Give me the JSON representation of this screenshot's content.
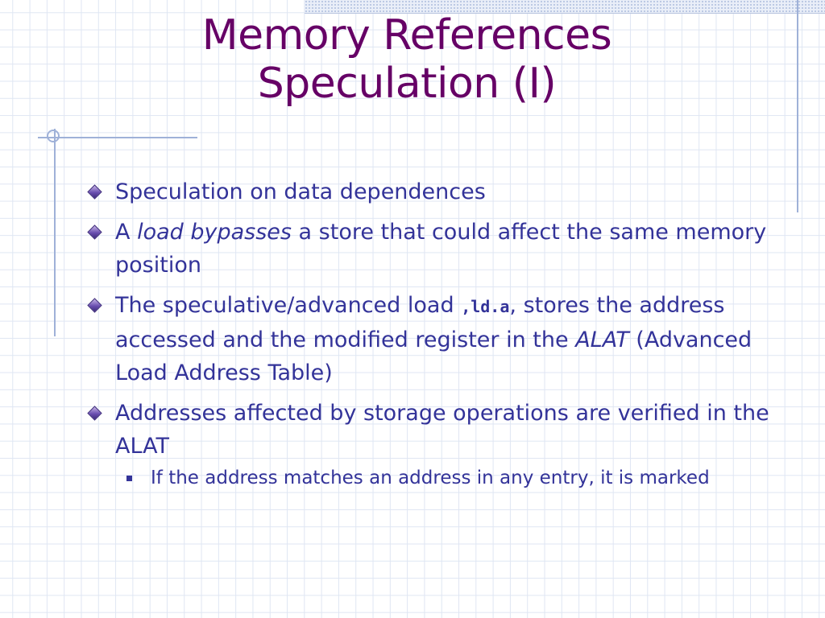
{
  "slide": {
    "title_line1": "Memory References",
    "title_line2": "Speculation (I)",
    "bullets": [
      {
        "text": "Speculation on data dependences"
      },
      {
        "prefix": "A ",
        "italic": "load bypasses",
        "suffix": " a store that could affect the same memory position"
      },
      {
        "prefix": "The  speculative/advanced load ",
        "code": ",ld.a",
        "middle": ", stores the address accessed and the modified register in the ",
        "italic": "ALAT",
        "suffix": " (Advanced Load Address Table)"
      },
      {
        "text": "Addresses affected by storage operations are verified in the ALAT"
      }
    ],
    "sub_bullets": [
      {
        "text": "If the address matches an address in any entry, it is marked"
      }
    ]
  },
  "colors": {
    "title": "#660066",
    "body_text": "#333399",
    "grid": "#dfe6f3",
    "frame": "#9fb1d8"
  }
}
